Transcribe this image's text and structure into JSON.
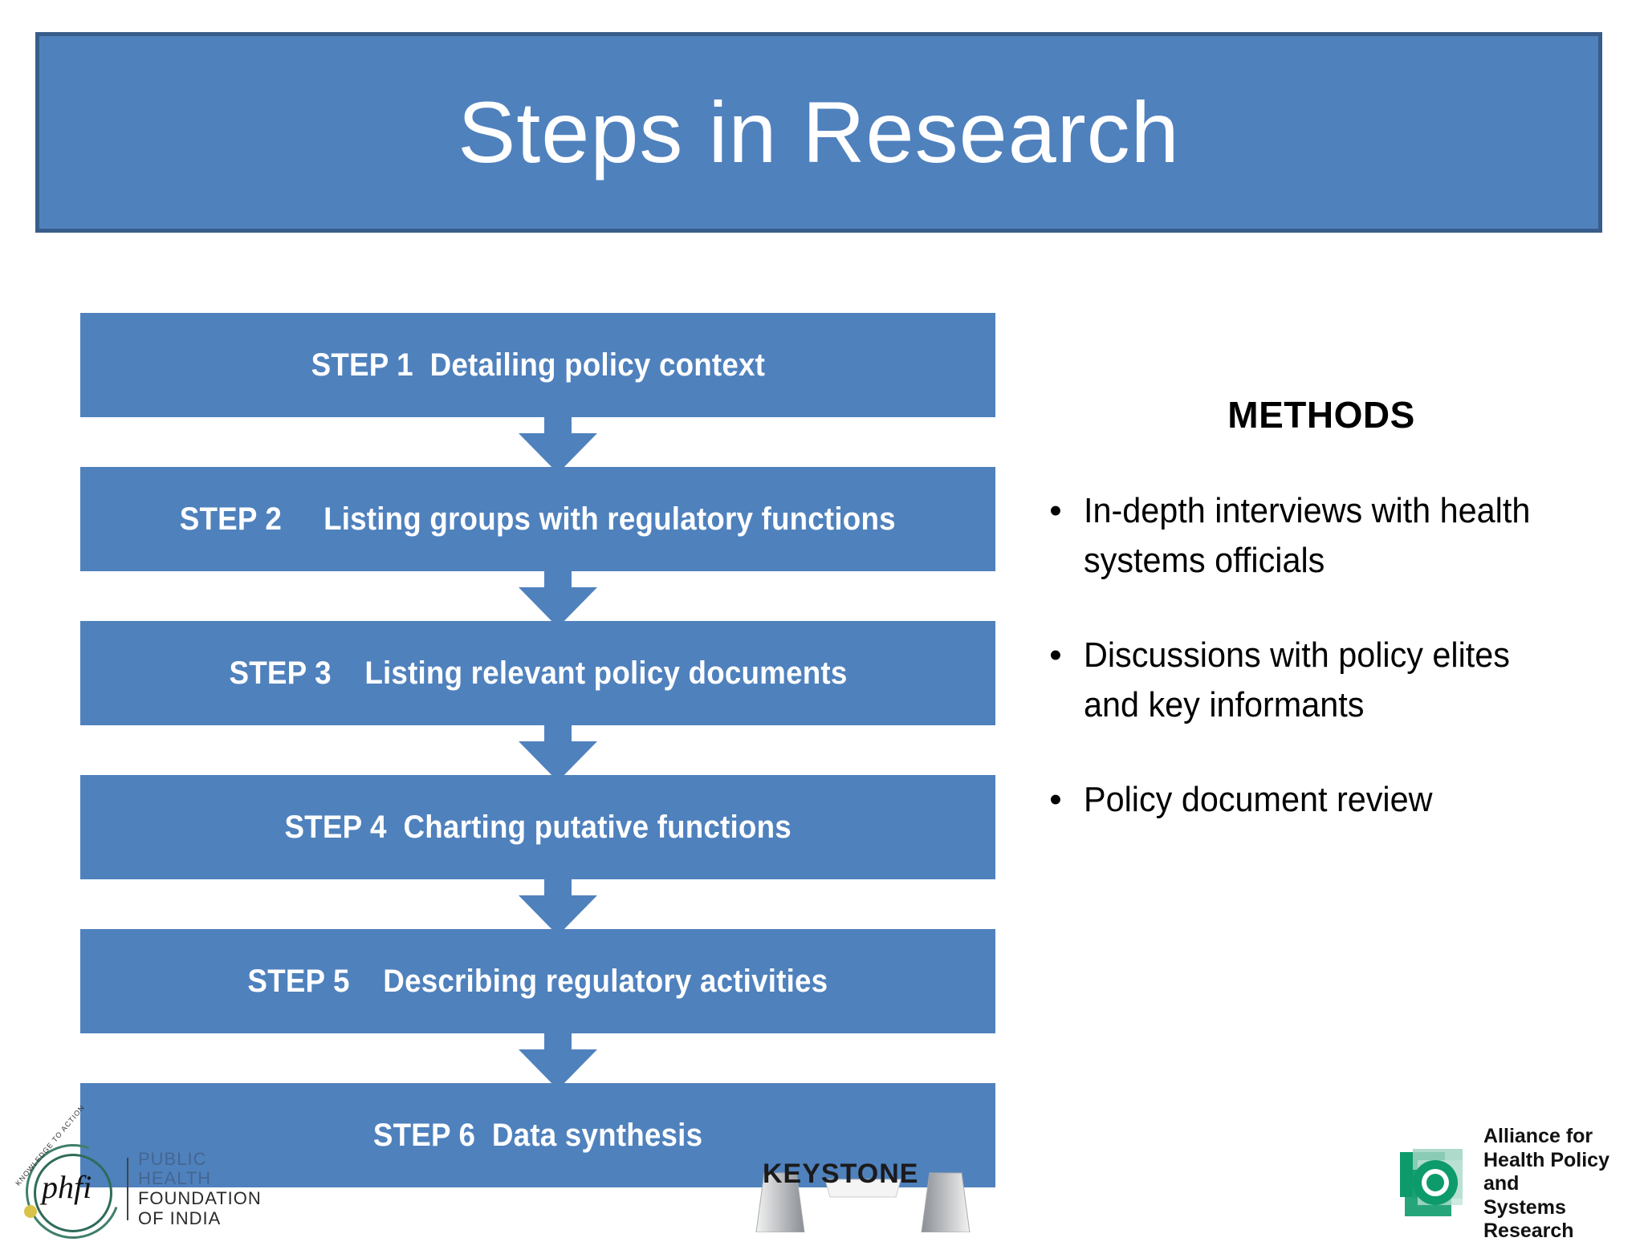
{
  "slide": {
    "title": "Steps in Research",
    "title_bg": "#4F81BD",
    "title_border": "#385D8A"
  },
  "flow": {
    "box_color": "#4F81BD",
    "text_color": "#FFFFFF",
    "steps": [
      {
        "label": "STEP 1  Detailing policy context"
      },
      {
        "label": "STEP 2     Listing groups with regulatory functions"
      },
      {
        "label": "STEP 3    Listing relevant policy documents"
      },
      {
        "label": "STEP 4  Charting putative functions"
      },
      {
        "label": "STEP 5    Describing regulatory activities"
      },
      {
        "label": "STEP 6  Data synthesis"
      }
    ],
    "arrow_icon": "down-arrow-icon"
  },
  "methods": {
    "heading": "METHODS",
    "bullet_glyph": "•",
    "items": [
      "In-depth interviews with health systems officials",
      "Discussions with policy elites and key informants",
      "Policy document review"
    ]
  },
  "logos": {
    "phfi": {
      "script": "phfi",
      "arc_text": "KNOWLEDGE TO ACTION",
      "line1": "PUBLIC HEALTH",
      "line2": "FOUNDATION",
      "line3": "OF INDIA"
    },
    "keystone": {
      "word": "KEYSTONE"
    },
    "alliance": {
      "line1": "Alliance for",
      "line2": "Health Policy and",
      "line3": "Systems Research",
      "color": "#0E9B6C"
    }
  }
}
